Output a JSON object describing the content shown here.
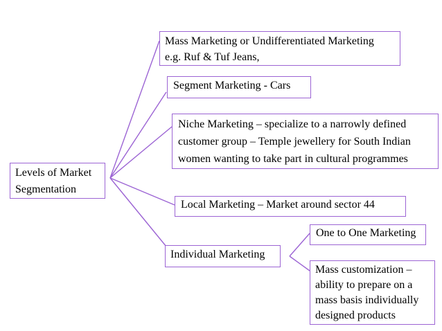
{
  "diagram": {
    "background_color": "#ffffff",
    "accent_color": "#9C64D4",
    "text_color": "#000000",
    "root": {
      "id": "levels-of-market-segmentation",
      "label": "Levels of Market\nSegmentation"
    },
    "nodes": [
      {
        "id": "mass-marketing",
        "label": "Mass Marketing or Undifferentiated Marketing\n e.g. Ruf & Tuf Jeans,"
      },
      {
        "id": "segment-marketing",
        "label": "Segment Marketing - Cars"
      },
      {
        "id": "niche-marketing",
        "label": "Niche Marketing – specialize to a narrowly defined\ncustomer group – Temple jewellery for South Indian\nwomen wanting to take part in cultural programmes"
      },
      {
        "id": "local-marketing",
        "label": "Local Marketing – Market around sector 44"
      },
      {
        "id": "individual-marketing",
        "label": "Individual Marketing"
      },
      {
        "id": "one-to-one-marketing",
        "label": "One to One Marketing"
      },
      {
        "id": "mass-customization",
        "label": "Mass customization –\nability to prepare on a\nmass basis individually\ndesigned products"
      }
    ]
  }
}
